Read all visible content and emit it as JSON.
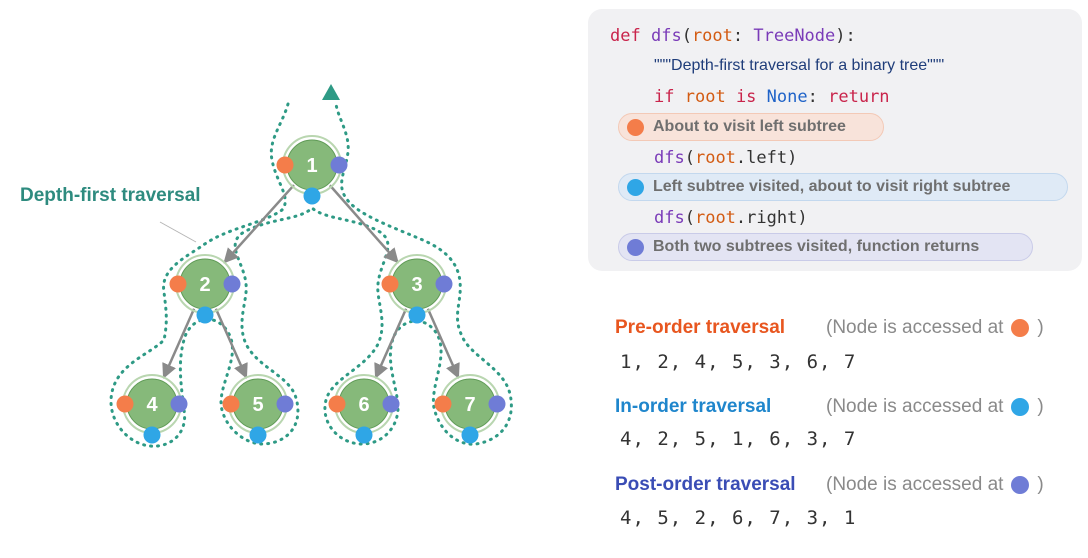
{
  "diagram": {
    "label": "Depth-first traversal",
    "nodes": [
      "1",
      "2",
      "3",
      "4",
      "5",
      "6",
      "7"
    ],
    "colors": {
      "node_fill": "#86b97a",
      "node_stroke": "#5f9a56",
      "path": "#2e9a85",
      "edge": "#8a8a8a",
      "arrow": "#2e9a85",
      "pre": "#f47d4a",
      "in": "#2fa6e6",
      "post": "#6f7cd6"
    }
  },
  "code": {
    "def": "def",
    "fn_name": "dfs",
    "open_paren": "(",
    "param_root": "root",
    "colon_space": ": ",
    "type": "TreeNode",
    "close_sig": "):",
    "docstring": "\"\"\"Depth-first traversal for a binary tree\"\"\"",
    "if": "if",
    "root": "root",
    "is": "is",
    "none": "None",
    "colon": ":",
    "return": "return",
    "call_left_open": "(",
    "call_left_attr": ".left)",
    "call_right_attr": ".right)",
    "note_left": "About to visit left subtree",
    "note_right": "Left subtree visited, about to visit right subtree",
    "note_return": "Both two subtrees visited, function returns"
  },
  "traversals": {
    "access_note_prefix": "(Node is accessed at",
    "access_note_suffix": ")",
    "pre": {
      "title": "Pre-order traversal",
      "color": "#e8561f",
      "sequence": "1, 2, 4, 5, 3, 6, 7"
    },
    "in": {
      "title": "In-order traversal",
      "color": "#1f86cc",
      "sequence": "4, 2, 5, 1, 6, 3, 7"
    },
    "post": {
      "title": "Post-order traversal",
      "color": "#3a4db5",
      "sequence": "4, 5, 2, 6, 7, 3, 1"
    }
  }
}
